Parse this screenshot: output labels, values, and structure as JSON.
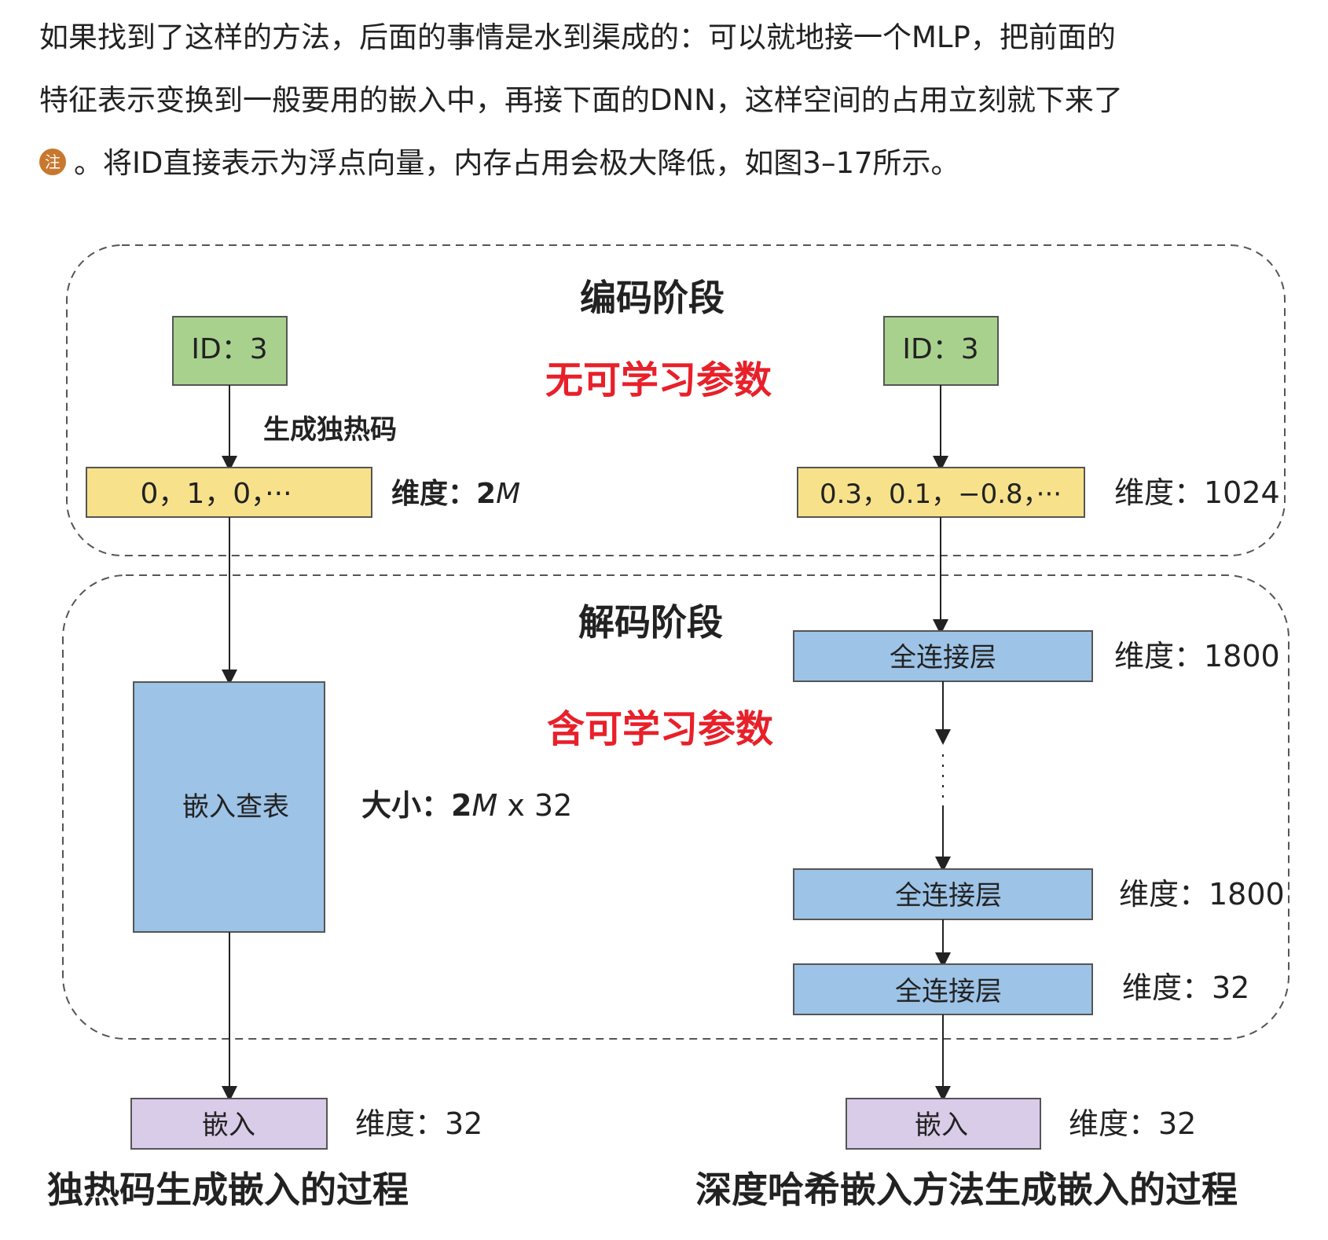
{
  "paragraph": {
    "line1": "如果找到了这样的方法，后面的事情是水到渠成的：可以就地接一个MLP，把前面的",
    "line2": "特征表示变换到一般要用的嵌入中，再接下面的DNN，这样空间的占用立刻就下来了",
    "note_icon": "注",
    "line3": "。将ID直接表示为浮点向量，内存占用会极大降低，如图3–17所示。"
  },
  "diagram": {
    "encode_title": "编码阶段",
    "no_params": "无可学习参数",
    "decode_title": "解码阶段",
    "has_params": "含可学习参数",
    "left": {
      "id_box": "ID：3",
      "onehot_label": "生成独热码",
      "onehot_box": "0，1，0，···",
      "onehot_dim": "维度：2",
      "onehot_dim_var": "M",
      "lookup_box": "嵌入查表",
      "lookup_size": "大小：2",
      "lookup_size_var": "M",
      "lookup_size_tail": " x 32",
      "embed_box": "嵌入",
      "embed_dim": "维度：32",
      "caption": "独热码生成嵌入的过程"
    },
    "right": {
      "id_box": "ID：3",
      "vector_box": "0.3，0.1，−0.8，···",
      "vector_dim": "维度：1024",
      "fc1_box": "全连接层",
      "fc1_dim": "维度：1800",
      "fc2_box": "全连接层",
      "fc2_dim": "维度：1800",
      "fc3_box": "全连接层",
      "fc3_dim": "维度：32",
      "embed_box": "嵌入",
      "embed_dim": "维度：32",
      "caption": "深度哈希嵌入方法生成嵌入的过程"
    },
    "colors": {
      "green": "#a9d18e",
      "yellow": "#f7e28b",
      "blue": "#9dc3e6",
      "purple": "#d9cce8",
      "red": "#e8202a",
      "dash": "#555555"
    }
  }
}
